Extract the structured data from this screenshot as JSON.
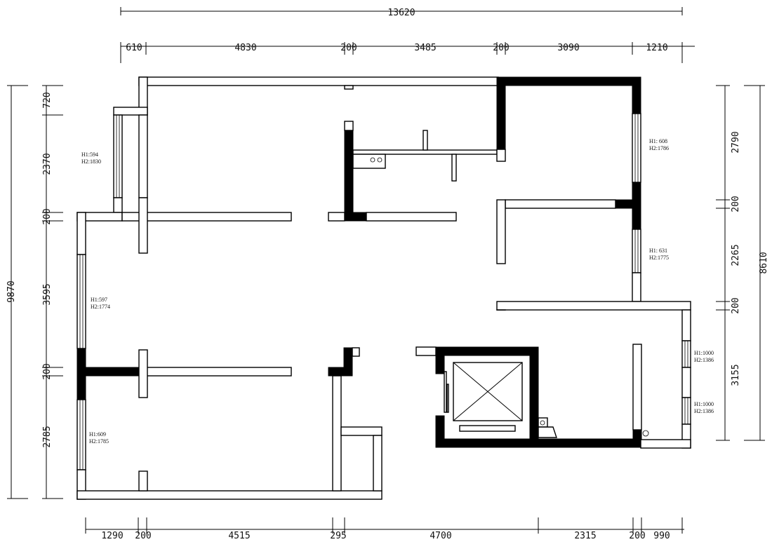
{
  "dimensions": {
    "top_total": "13620",
    "top": [
      "610",
      "4830",
      "200",
      "3485",
      "200",
      "3090",
      "1210"
    ],
    "bottom": [
      "1290",
      "200",
      "4515",
      "295",
      "4700",
      "2315",
      "200",
      "990"
    ],
    "left_total": "9870",
    "left": [
      "720",
      "2370",
      "200",
      "3595",
      "200",
      "2785"
    ],
    "right_total": "8610",
    "right": [
      "2790",
      "200",
      "2265",
      "200",
      "3155"
    ]
  },
  "windows": [
    {
      "h1": "H1:594",
      "h2": "H2:1830"
    },
    {
      "h1": "H1: 608",
      "h2": "H2:1786"
    },
    {
      "h1": "H1: 631",
      "h2": "H2:1775"
    },
    {
      "h1": "H1:597",
      "h2": "H2:1774"
    },
    {
      "h1": "H1:1000",
      "h2": "H2:1386"
    },
    {
      "h1": "H1:1000",
      "h2": "H2:1386"
    },
    {
      "h1": "H1:609",
      "h2": "H2:1785"
    }
  ]
}
